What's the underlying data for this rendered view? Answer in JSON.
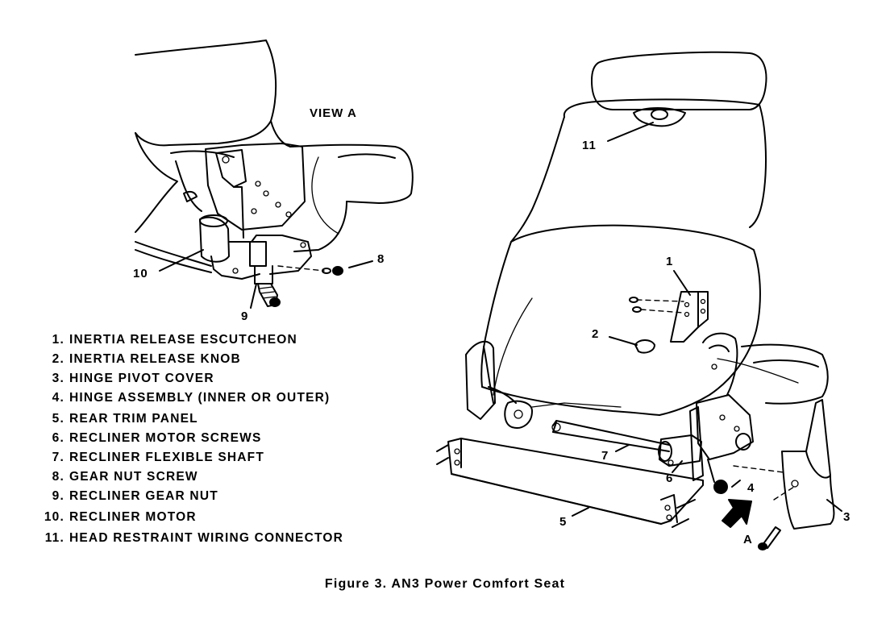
{
  "view_label": "VIEW A",
  "callouts": {
    "c1": "1",
    "c2": "2",
    "c3": "3",
    "c4": "4",
    "c5": "5",
    "c6": "6",
    "c7": "7",
    "c8": "8",
    "c9": "9",
    "c10": "10",
    "c11": "11",
    "cA": "A"
  },
  "legend": [
    {
      "num": "1.",
      "text": "INERTIA RELEASE ESCUTCHEON"
    },
    {
      "num": "2.",
      "text": "INERTIA RELEASE KNOB"
    },
    {
      "num": "3.",
      "text": "HINGE PIVOT COVER"
    },
    {
      "num": "4.",
      "text": "HINGE ASSEMBLY (INNER OR OUTER)"
    },
    {
      "num": "5.",
      "text": "REAR TRIM PANEL"
    },
    {
      "num": "6.",
      "text": "RECLINER MOTOR SCREWS"
    },
    {
      "num": "7.",
      "text": "RECLINER FLEXIBLE SHAFT"
    },
    {
      "num": "8.",
      "text": "GEAR NUT SCREW"
    },
    {
      "num": "9.",
      "text": "RECLINER GEAR NUT"
    },
    {
      "num": "10.",
      "text": "RECLINER MOTOR"
    },
    {
      "num": "11.",
      "text": "HEAD RESTRAINT WIRING CONNECTOR"
    }
  ],
  "caption": "Figure 3.  AN3 Power Comfort Seat"
}
